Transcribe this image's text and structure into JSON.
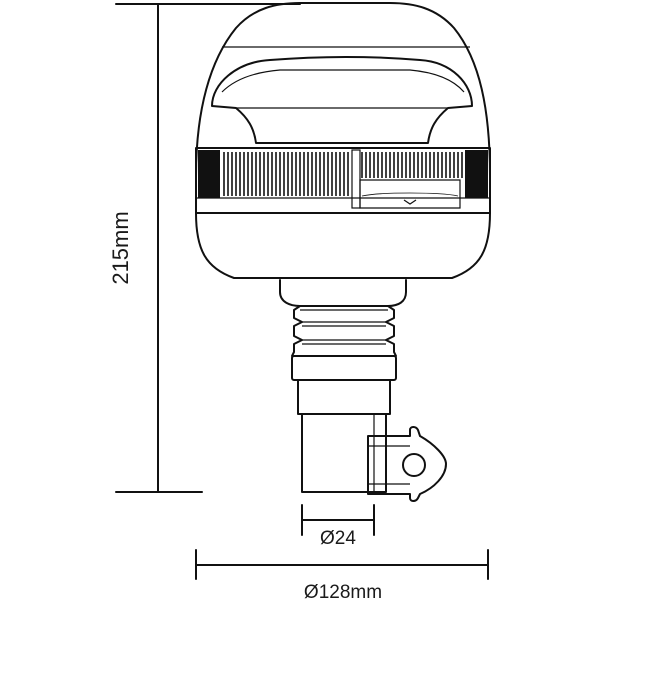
{
  "dimensions": {
    "height_label": "215mm",
    "base_diameter_label": "Ø24",
    "overall_diameter_label": "Ø128mm"
  },
  "colors": {
    "line": "#111111",
    "background": "#ffffff"
  }
}
